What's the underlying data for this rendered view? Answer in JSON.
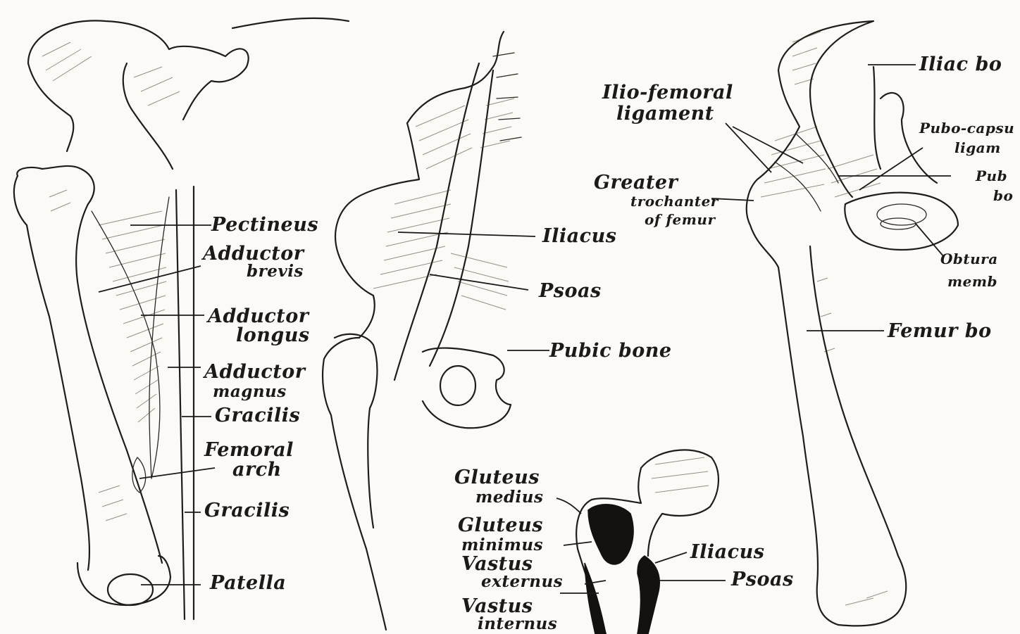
{
  "figure_left": {
    "labels": [
      {
        "id": "pectineus",
        "text": "Pectineus"
      },
      {
        "id": "adductor-brevis-1",
        "text": "Adductor"
      },
      {
        "id": "adductor-brevis-2",
        "text": "brevis"
      },
      {
        "id": "adductor-longus-1",
        "text": "Adductor"
      },
      {
        "id": "adductor-longus-2",
        "text": "longus"
      },
      {
        "id": "adductor-magnus-1",
        "text": "Adductor"
      },
      {
        "id": "adductor-magnus-2",
        "text": "magnus"
      },
      {
        "id": "gracilis-upper",
        "text": "Gracilis"
      },
      {
        "id": "femoral-arch-1",
        "text": "Femoral"
      },
      {
        "id": "femoral-arch-2",
        "text": "arch"
      },
      {
        "id": "gracilis-lower",
        "text": "Gracilis"
      },
      {
        "id": "patella",
        "text": "Patella"
      }
    ]
  },
  "figure_middle": {
    "labels": [
      {
        "id": "iliacus",
        "text": "Iliacus"
      },
      {
        "id": "psoas",
        "text": "Psoas"
      },
      {
        "id": "pubic-bone",
        "text": "Pubic bone"
      }
    ]
  },
  "figure_bottom": {
    "labels": [
      {
        "id": "gluteus-medius-1",
        "text": "Gluteus"
      },
      {
        "id": "gluteus-medius-2",
        "text": "medius"
      },
      {
        "id": "gluteus-minimus-1",
        "text": "Gluteus"
      },
      {
        "id": "gluteus-minimus-2",
        "text": "minimus"
      },
      {
        "id": "vastus-externus-1",
        "text": "Vastus"
      },
      {
        "id": "vastus-externus-2",
        "text": "externus"
      },
      {
        "id": "vastus-internus-1",
        "text": "Vastus"
      },
      {
        "id": "vastus-internus-2",
        "text": "internus"
      },
      {
        "id": "iliacus-bottom",
        "text": "Iliacus"
      },
      {
        "id": "psoas-bottom",
        "text": "Psoas"
      }
    ]
  },
  "figure_right": {
    "labels": [
      {
        "id": "iliac-bone",
        "text": "Iliac bo"
      },
      {
        "id": "ilio-femoral-1",
        "text": "Ilio-femoral"
      },
      {
        "id": "ilio-femoral-2",
        "text": "ligament"
      },
      {
        "id": "pubo-capsular-1",
        "text": "Pubo-capsu"
      },
      {
        "id": "pubo-capsular-2",
        "text": "ligam"
      },
      {
        "id": "pubic-right-1",
        "text": "Pub"
      },
      {
        "id": "pubic-right-2",
        "text": "bo"
      },
      {
        "id": "greater-trochanter-1",
        "text": "Greater"
      },
      {
        "id": "greater-trochanter-2",
        "text": "trochanter"
      },
      {
        "id": "greater-trochanter-3",
        "text": "of femur"
      },
      {
        "id": "obturator-1",
        "text": "Obtura"
      },
      {
        "id": "obturator-2",
        "text": "memb"
      },
      {
        "id": "femur-bone",
        "text": "Femur bo"
      }
    ]
  }
}
